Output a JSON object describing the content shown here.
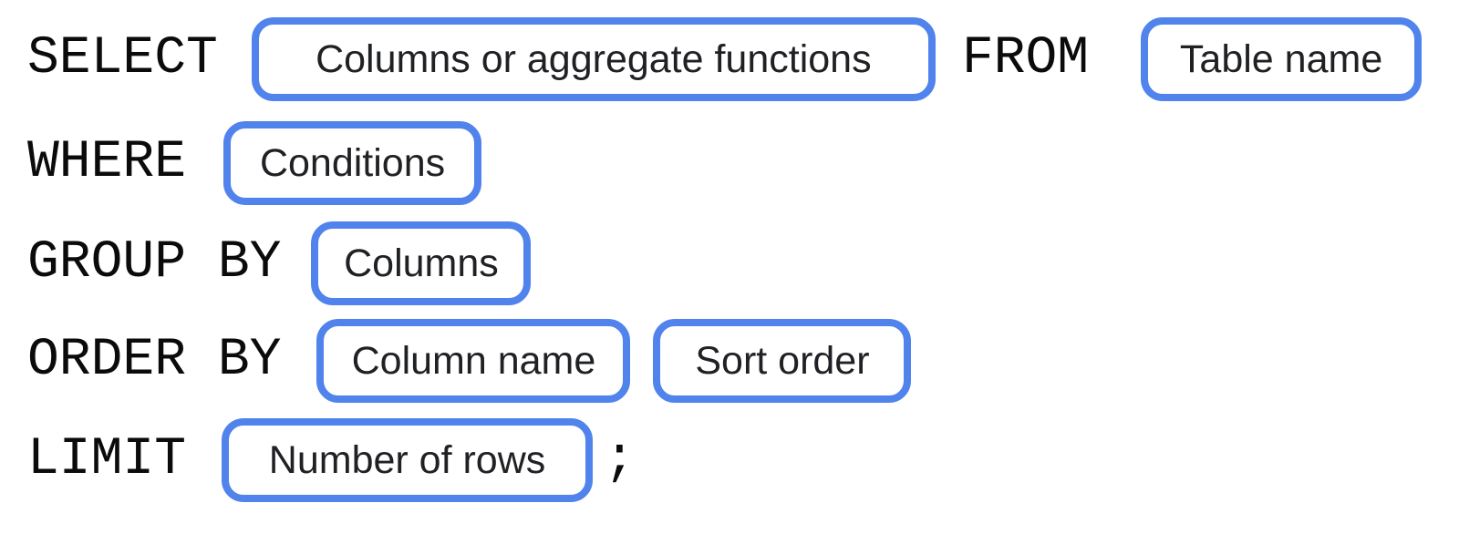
{
  "colors": {
    "border_blue": "#5183ec",
    "keyword_text": "#0b0b0b",
    "label_text": "#202124",
    "background": "#ffffff"
  },
  "rows": [
    {
      "keyword": "SELECT",
      "box1": "Columns or aggregate functions",
      "keyword2": "FROM",
      "box2": "Table name"
    },
    {
      "keyword": "WHERE",
      "box1": "Conditions"
    },
    {
      "keyword": "GROUP BY",
      "box1": "Columns"
    },
    {
      "keyword": "ORDER BY",
      "box1": "Column name",
      "box2": "Sort order"
    },
    {
      "keyword": "LIMIT",
      "box1": "Number of rows",
      "suffix": ";"
    }
  ]
}
